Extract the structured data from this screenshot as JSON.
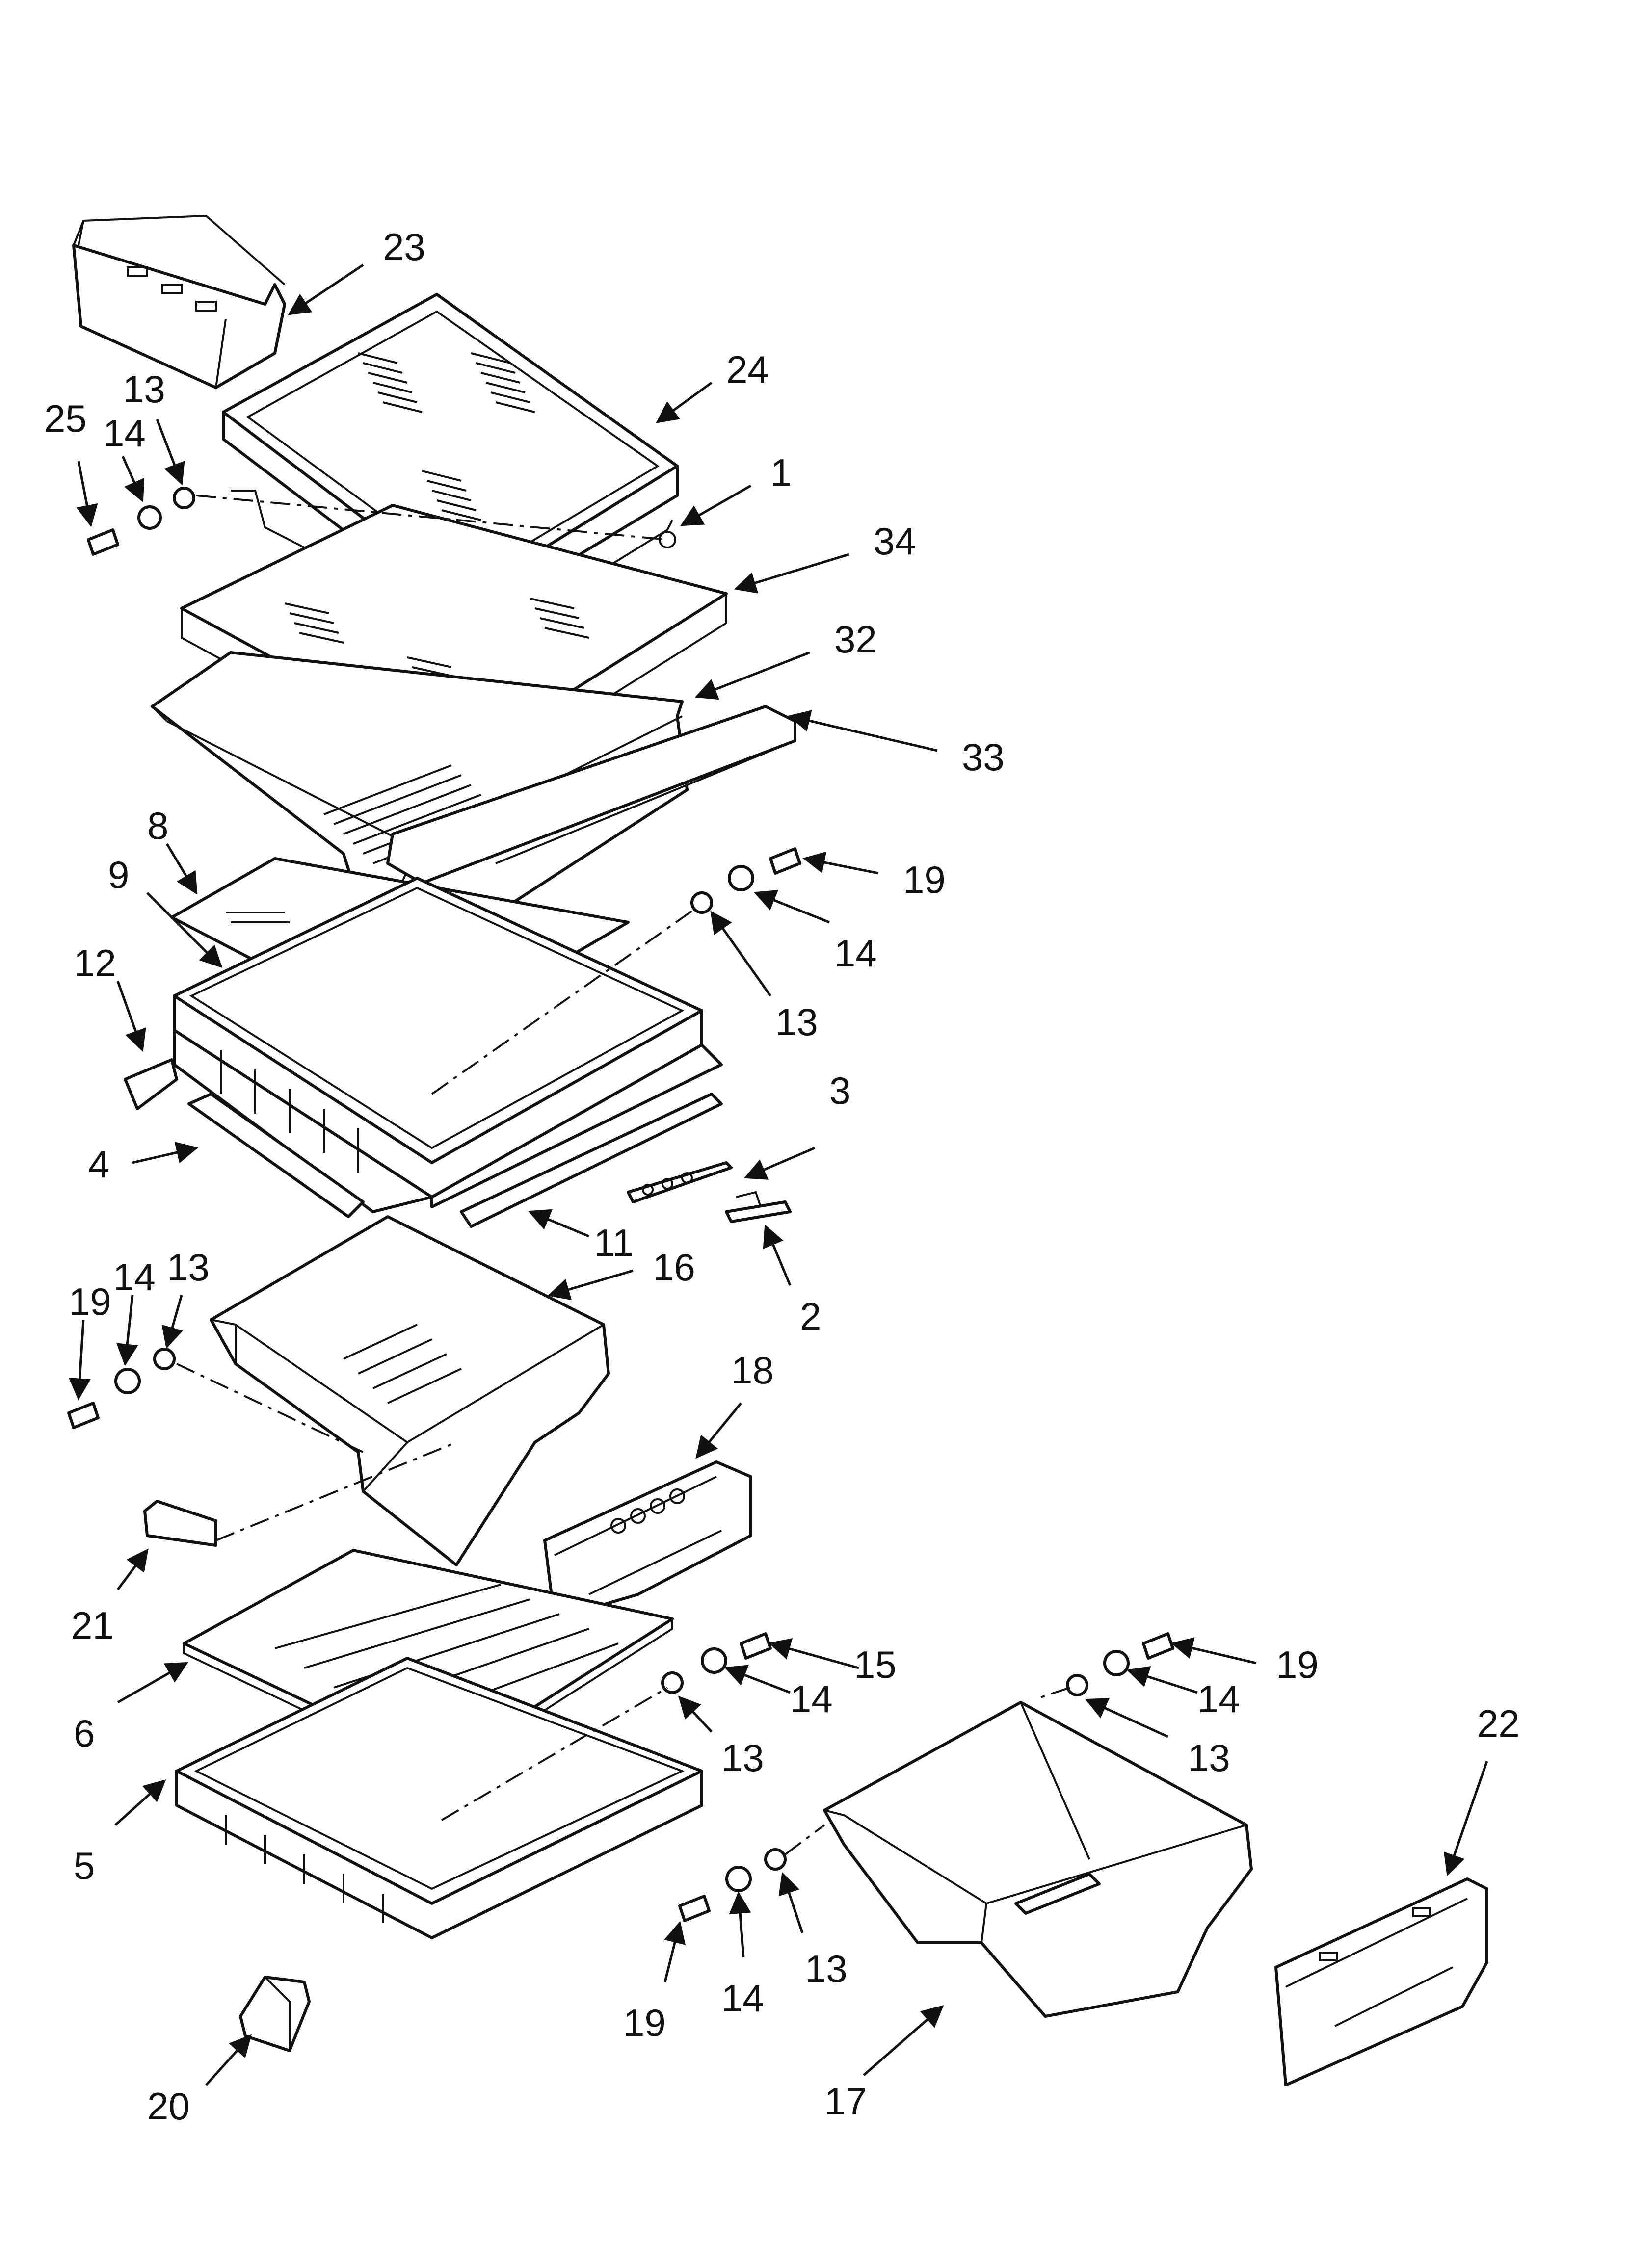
{
  "callouts": [
    {
      "id": "23",
      "label": "23"
    },
    {
      "id": "24",
      "label": "24"
    },
    {
      "id": "13a",
      "label": "13"
    },
    {
      "id": "25",
      "label": "25"
    },
    {
      "id": "14a",
      "label": "14"
    },
    {
      "id": "1",
      "label": "1"
    },
    {
      "id": "34",
      "label": "34"
    },
    {
      "id": "32",
      "label": "32"
    },
    {
      "id": "33",
      "label": "33"
    },
    {
      "id": "8",
      "label": "8"
    },
    {
      "id": "9",
      "label": "9"
    },
    {
      "id": "19a",
      "label": "19"
    },
    {
      "id": "14b",
      "label": "14"
    },
    {
      "id": "12",
      "label": "12"
    },
    {
      "id": "13b",
      "label": "13"
    },
    {
      "id": "3",
      "label": "3"
    },
    {
      "id": "4",
      "label": "4"
    },
    {
      "id": "11",
      "label": "11"
    },
    {
      "id": "19b",
      "label": "19"
    },
    {
      "id": "14c",
      "label": "14"
    },
    {
      "id": "13c",
      "label": "13"
    },
    {
      "id": "16",
      "label": "16"
    },
    {
      "id": "2",
      "label": "2"
    },
    {
      "id": "18",
      "label": "18"
    },
    {
      "id": "21",
      "label": "21"
    },
    {
      "id": "15",
      "label": "15"
    },
    {
      "id": "19c",
      "label": "19"
    },
    {
      "id": "14d",
      "label": "14"
    },
    {
      "id": "6",
      "label": "6"
    },
    {
      "id": "13d",
      "label": "13"
    },
    {
      "id": "13e",
      "label": "13"
    },
    {
      "id": "22",
      "label": "22"
    },
    {
      "id": "5",
      "label": "5"
    },
    {
      "id": "14e",
      "label": "14"
    },
    {
      "id": "13f",
      "label": "13"
    },
    {
      "id": "19d",
      "label": "19"
    },
    {
      "id": "20",
      "label": "20"
    },
    {
      "id": "17",
      "label": "17"
    }
  ]
}
